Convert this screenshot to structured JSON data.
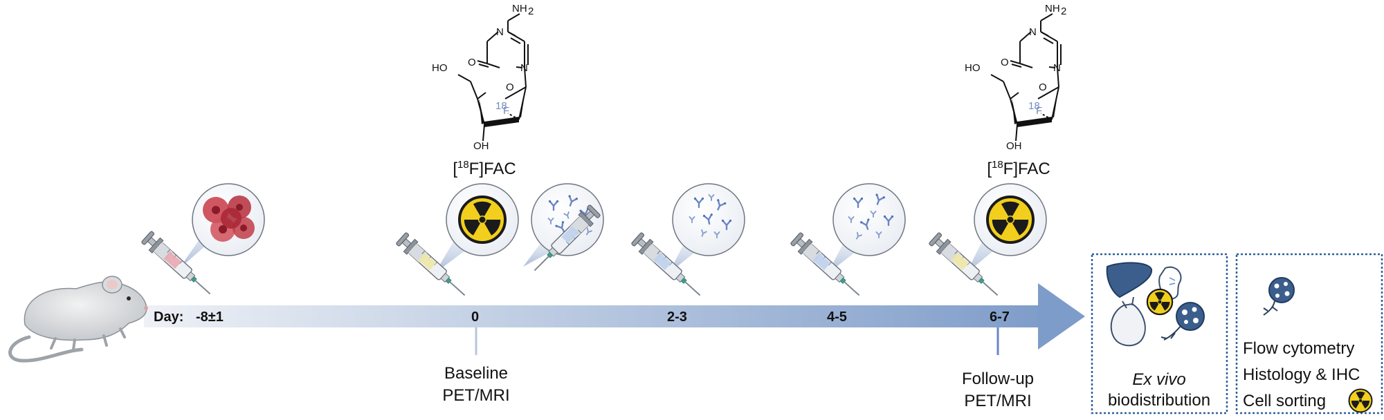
{
  "timeline": {
    "day_label": "Day:",
    "days": [
      "-8±1",
      "0",
      "2-3",
      "4-5",
      "6-7"
    ]
  },
  "tracer": {
    "label_bracket_open": "[",
    "label_isotope": "18",
    "label_bracket_close_name": "F]FAC",
    "nh2": "NH",
    "nh2_sub": "2",
    "n_atom": "N",
    "o_atom": "O",
    "ho": "HO",
    "oh": "OH",
    "f_isotope": "18",
    "f_atom": "F"
  },
  "scans": {
    "baseline_line1": "Baseline",
    "baseline_line2": "PET/MRI",
    "followup_line1": "Follow-up",
    "followup_line2": "PET/MRI"
  },
  "endpoints": {
    "exvivo_italic": "Ex vivo",
    "exvivo_line2": "biodistribution",
    "analyses": [
      "Flow cytometry",
      "Histology & IHC",
      "Cell sorting"
    ]
  },
  "colors": {
    "arrow_start": "#e8ecf3",
    "arrow_end": "#7e9cc9",
    "radiation_yellow": "#f2cf1c",
    "box_border": "#2f5f9a",
    "antibody_blue": "#6a86c4",
    "tumor_red": "#c83a45"
  }
}
